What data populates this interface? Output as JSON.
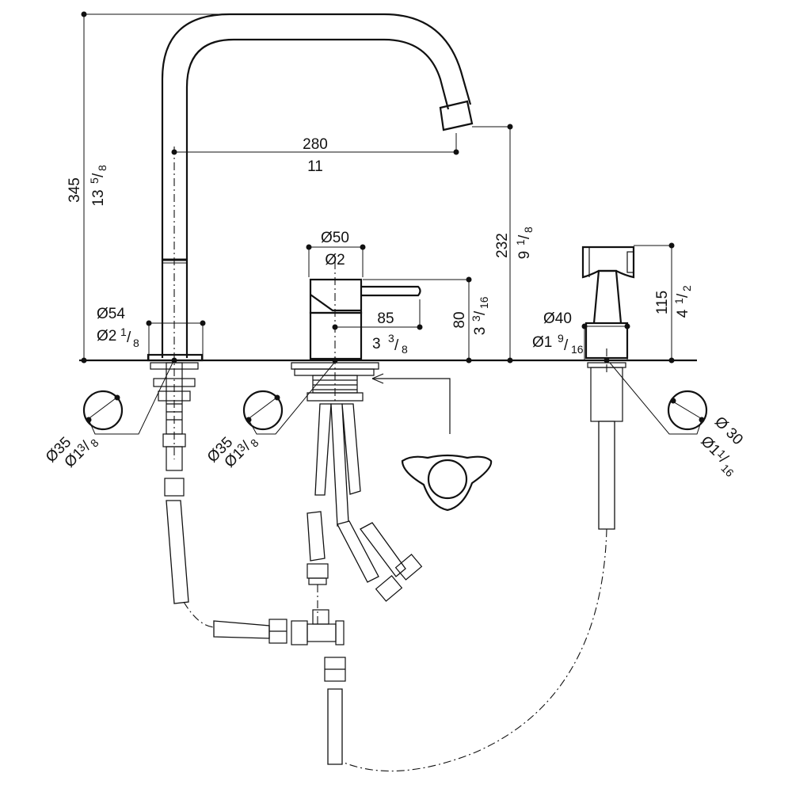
{
  "dimensions": {
    "height_total_mm": "345",
    "height_total_in_whole": "13",
    "height_total_in_num": "5",
    "height_total_in_den": "8",
    "reach_mm": "280",
    "reach_in": "11",
    "spout_height_mm": "232",
    "spout_height_in_whole": "9",
    "spout_height_in_num": "1",
    "spout_height_in_den": "8",
    "base_dia_mm": "Ø54",
    "base_dia_in": "Ø2",
    "base_dia_in_num": "1",
    "base_dia_in_den": "8",
    "valve_dia_mm": "Ø50",
    "valve_dia_in": "Ø2",
    "handle_len_mm": "85",
    "handle_len_in_whole": "3",
    "handle_len_in_num": "3",
    "handle_len_in_den": "8",
    "valve_height_mm": "80",
    "valve_height_in_whole": "3",
    "valve_height_in_num": "3",
    "valve_height_in_den": "16",
    "spray_height_mm": "115",
    "spray_height_in_whole": "4",
    "spray_height_in_num": "1",
    "spray_height_in_den": "2",
    "spray_dia_mm": "Ø40",
    "spray_dia_in": "Ø1",
    "spray_dia_in_num": "9",
    "spray_dia_in_den": "16",
    "hole1_mm": "Ø35",
    "hole1_in": "Ø1",
    "hole1_in_num": "3",
    "hole1_in_den": "8",
    "hole2_mm": "Ø35",
    "hole2_in": "Ø1",
    "hole2_in_num": "3",
    "hole2_in_den": "8",
    "hole3_mm": "Ø 30",
    "hole3_in": "Ø1",
    "hole3_in_num": "1",
    "hole3_in_den": "16"
  }
}
